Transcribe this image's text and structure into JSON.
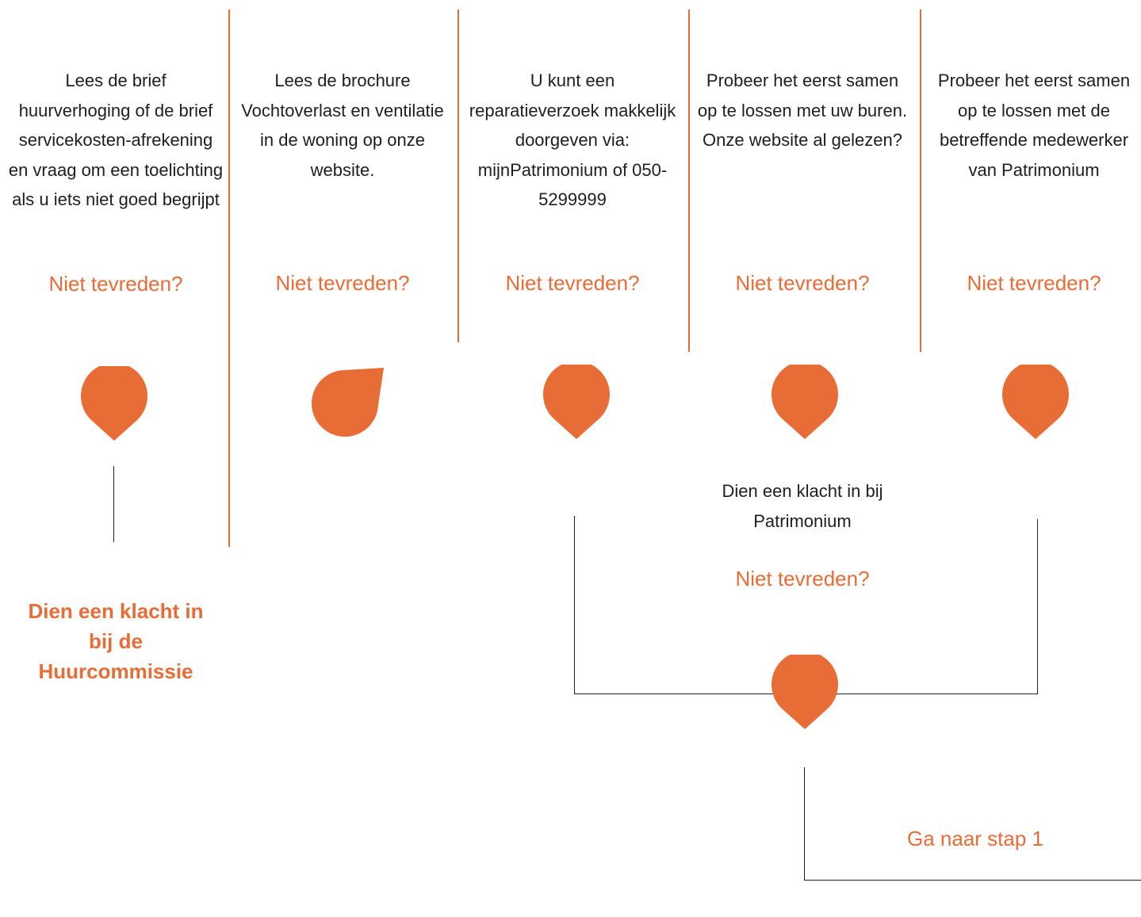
{
  "columns": [
    {
      "text": "Lees de brief huurverhoging of de brief servicekosten-afrekening en vraag om een toelichting als u iets niet goed begrijpt",
      "question": "Niet tevreden?"
    },
    {
      "text": "Lees de brochure Vochtoverlast en ventilatie in de woning op onze website.",
      "question": "Niet tevreden?"
    },
    {
      "text": "U kunt een reparatieverzoek makkelijk doorgeven via: mijnPatrimonium of 050-5299999",
      "question": "Niet tevreden?"
    },
    {
      "text": "Probeer het eerst samen op te lossen met uw buren. Onze website al gelezen?",
      "question": "Niet tevreden?"
    },
    {
      "text": "Probeer het eerst samen op te lossen met de betreffende medewerker van Patrimonium",
      "question": "Niet tevreden?"
    }
  ],
  "huurcommissie": "Dien een klacht in bij de Huurcommissie",
  "complaint": {
    "text": "Dien een klacht in bij Patrimonium",
    "question": "Niet tevreden?"
  },
  "goto": "Ga naar stap 1",
  "colors": {
    "accent": "#e86c35",
    "line": "#222222",
    "text": "#1e1e1e"
  },
  "icons": [
    "location-pin-icon",
    "drop-icon"
  ]
}
